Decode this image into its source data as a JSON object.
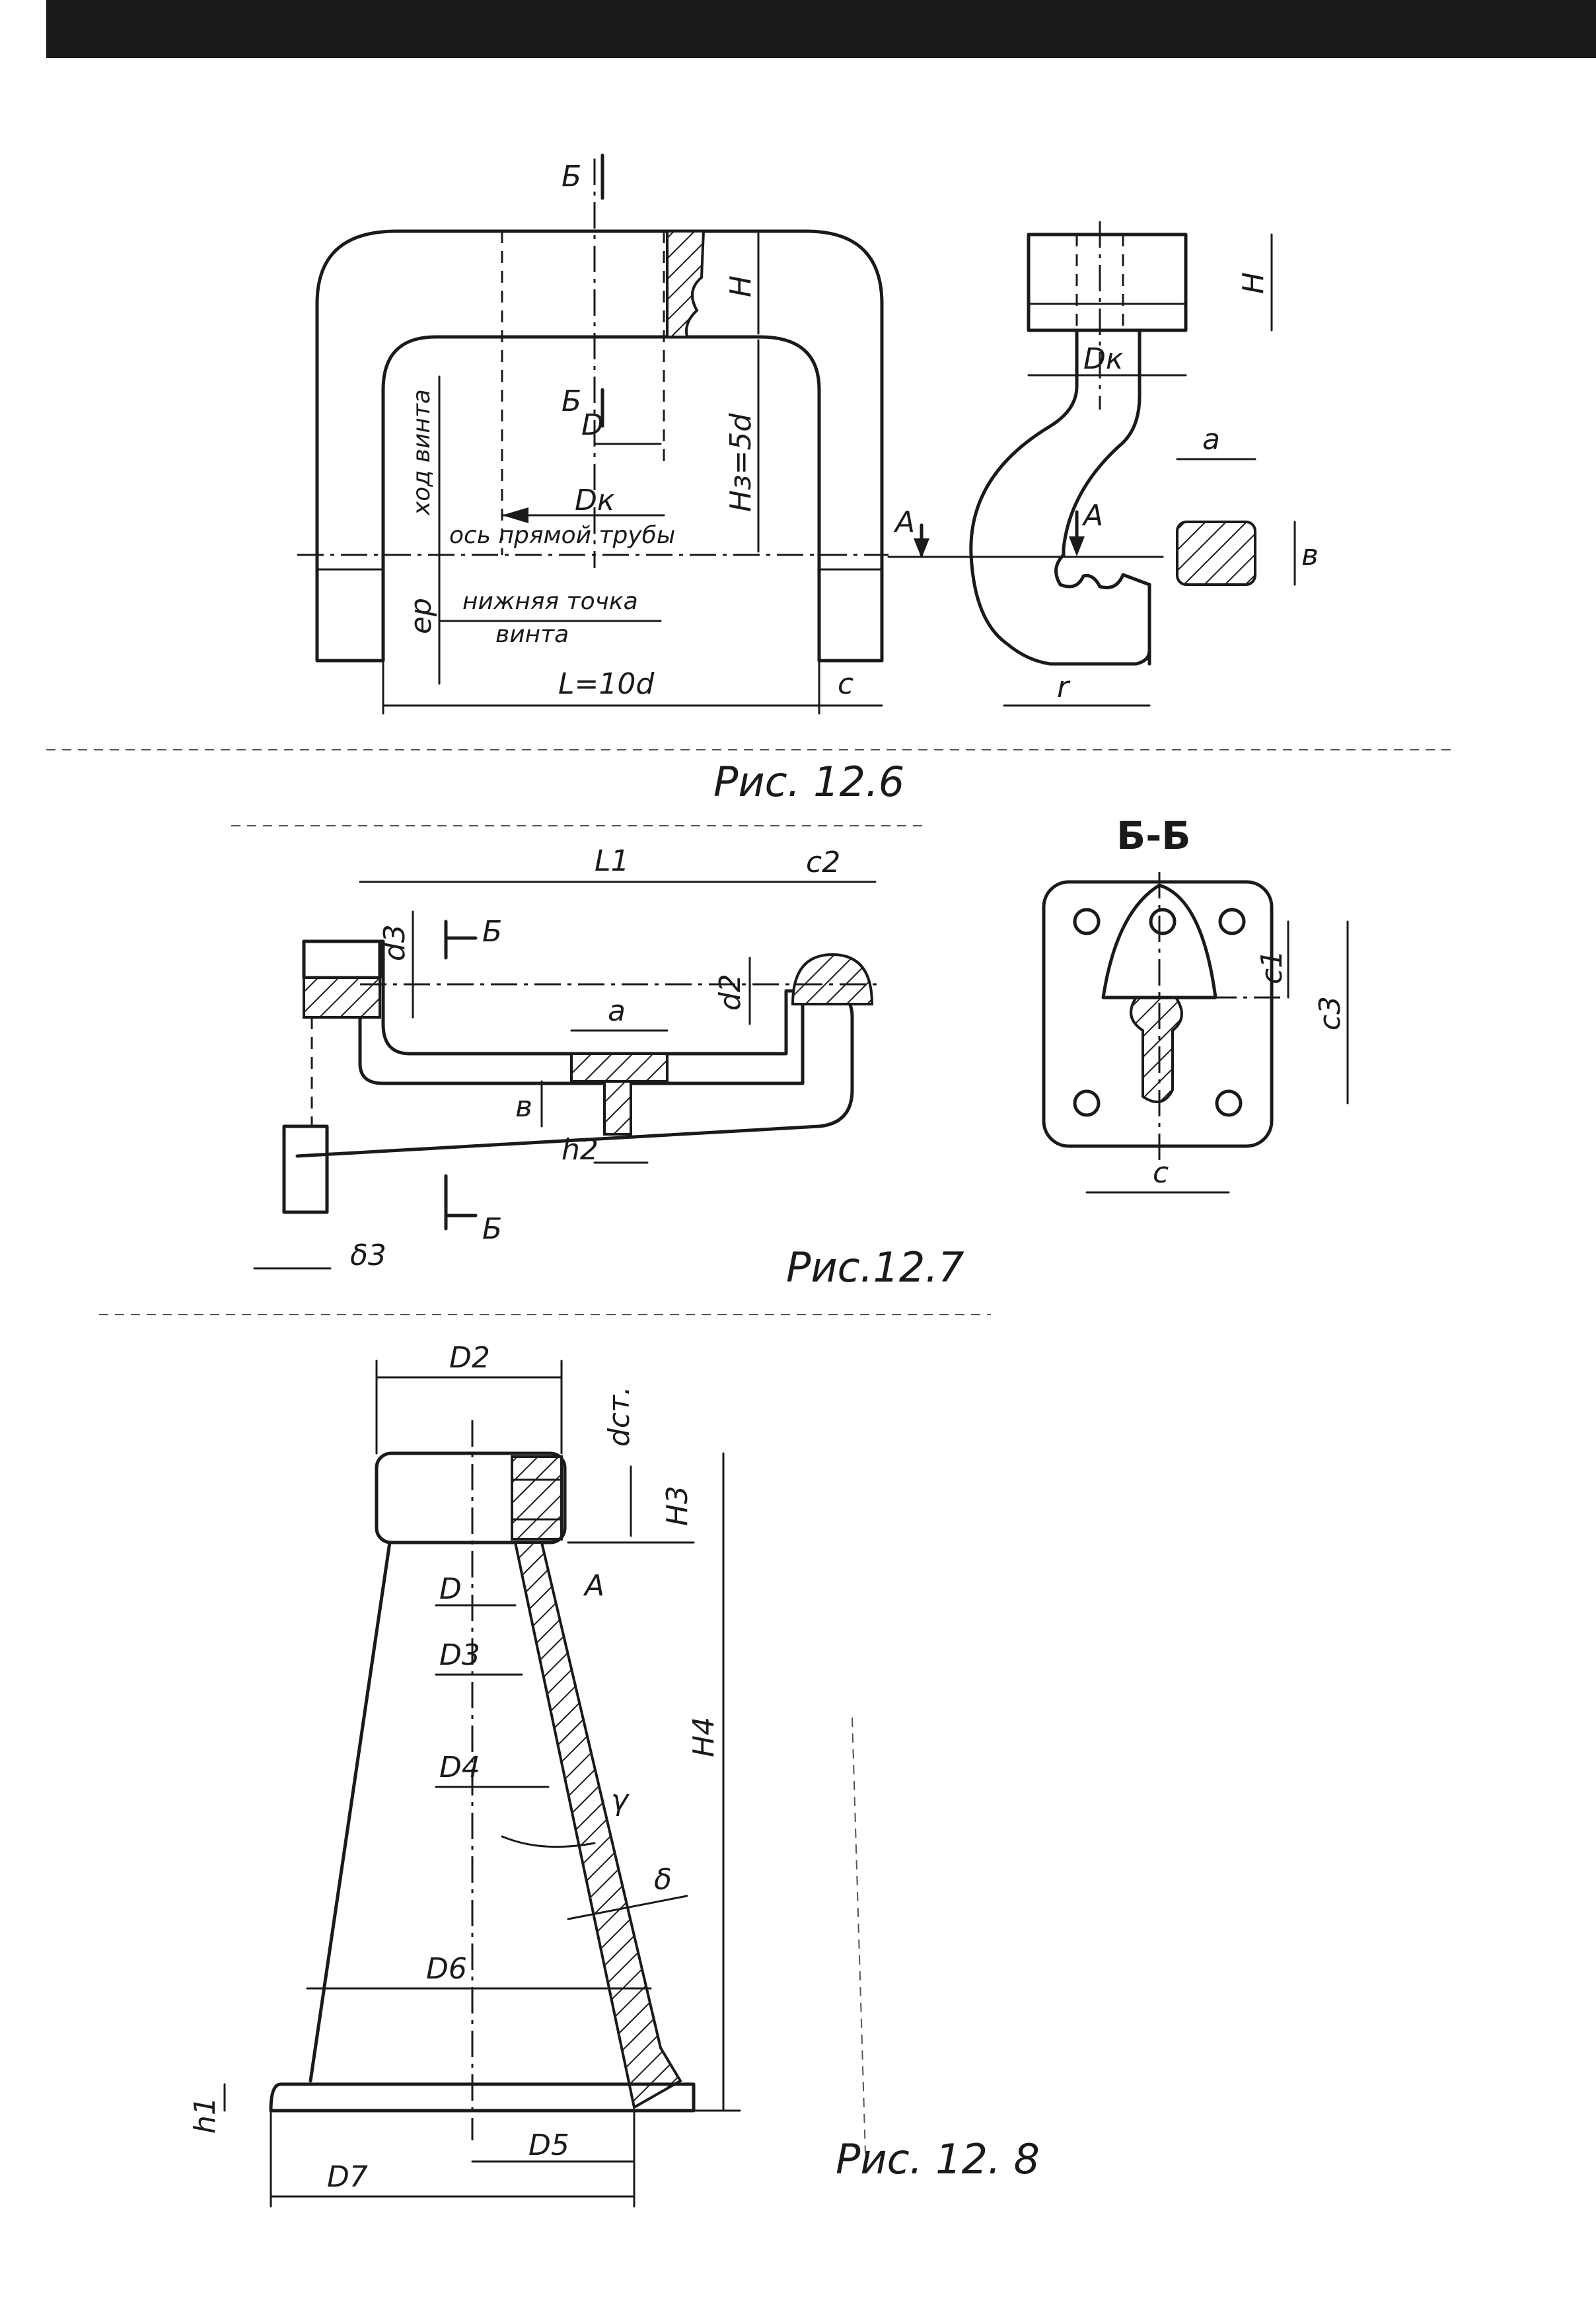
{
  "fig126": {
    "caption": "Рис. 12.6",
    "section_mark_top": "Б",
    "section_mark_mid": "Б",
    "H": "H",
    "H3": "Hз=5d",
    "D": "D",
    "Dk": "Dк",
    "screw_travel": "ход винта",
    "pipe_axis": "ось прямой трубы",
    "ep": "eр",
    "lower_point_1": "нижняя точка",
    "lower_point_2": "винта",
    "L": "L=10d",
    "c": "c",
    "hook_H": "H",
    "hook_Dk": "Dк",
    "arrow_A_left": "A",
    "arrow_A_right": "A",
    "a": "a",
    "b": "в",
    "r": "r"
  },
  "fig127": {
    "caption": "Рис.12.7",
    "section_title": "Б-Б",
    "L1": "L1",
    "c2": "c2",
    "d3": "d3",
    "b_mark_top": "Б",
    "b_mark_bot": "Б",
    "d2": "d2",
    "a": "a",
    "b": "в",
    "h2": "h2",
    "delta3": "δ3",
    "c1": "c1",
    "c3": "c3",
    "c": "c"
  },
  "fig128": {
    "caption": "Рис. 12. 8",
    "D2": "D2",
    "dct": "dст.",
    "H3": "H3",
    "A": "A",
    "D": "D",
    "D3": "D3",
    "H4": "H4",
    "D4": "D4",
    "gamma": "γ",
    "delta": "δ",
    "D6": "D6",
    "h1": "h1",
    "D7": "D7",
    "D5": "D5"
  }
}
